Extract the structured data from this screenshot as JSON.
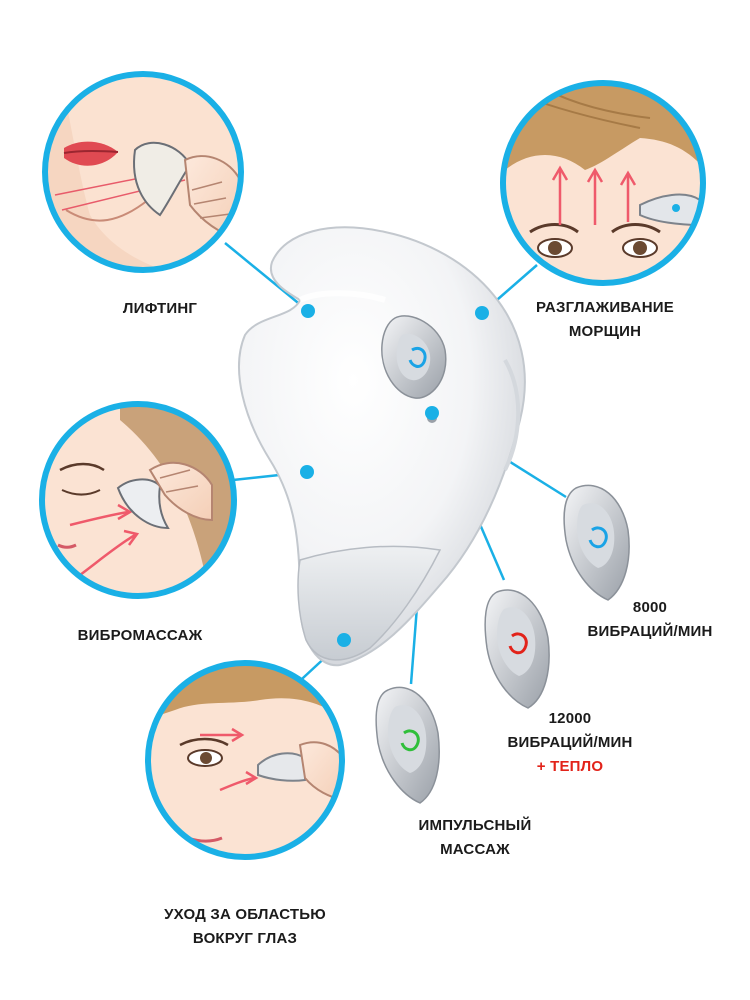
{
  "colors": {
    "accent": "#1ab0e6",
    "text": "#1b1b1b",
    "warm": "#e2231a",
    "mode_blue": "#1aa3e6",
    "mode_red": "#e2231a",
    "mode_green": "#2fbf3a"
  },
  "callouts": {
    "lifting": "ЛИФТИНГ",
    "smoothing": [
      "РАЗГЛАЖИВАНИЕ",
      "МОРЩИН"
    ],
    "vibromassage": "ВИБРОМАССАЖ",
    "eye_care": [
      "УХОД ЗА ОБЛАСТЬЮ",
      "ВОКРУГ ГЛАЗ"
    ]
  },
  "modes": {
    "vibration_8000": [
      "8000",
      "ВИБРАЦИЙ/МИН"
    ],
    "vibration_12000": [
      "12000",
      "ВИБРАЦИЙ/МИН"
    ],
    "heat": "+ ТЕПЛО",
    "pulse": [
      "ИМПУЛЬСНЫЙ",
      "МАССАЖ"
    ]
  },
  "icons": {
    "device": "gua-sha-massager-device",
    "button_blue": "mode-button-blue",
    "button_red": "mode-button-red",
    "button_green": "mode-button-green"
  }
}
